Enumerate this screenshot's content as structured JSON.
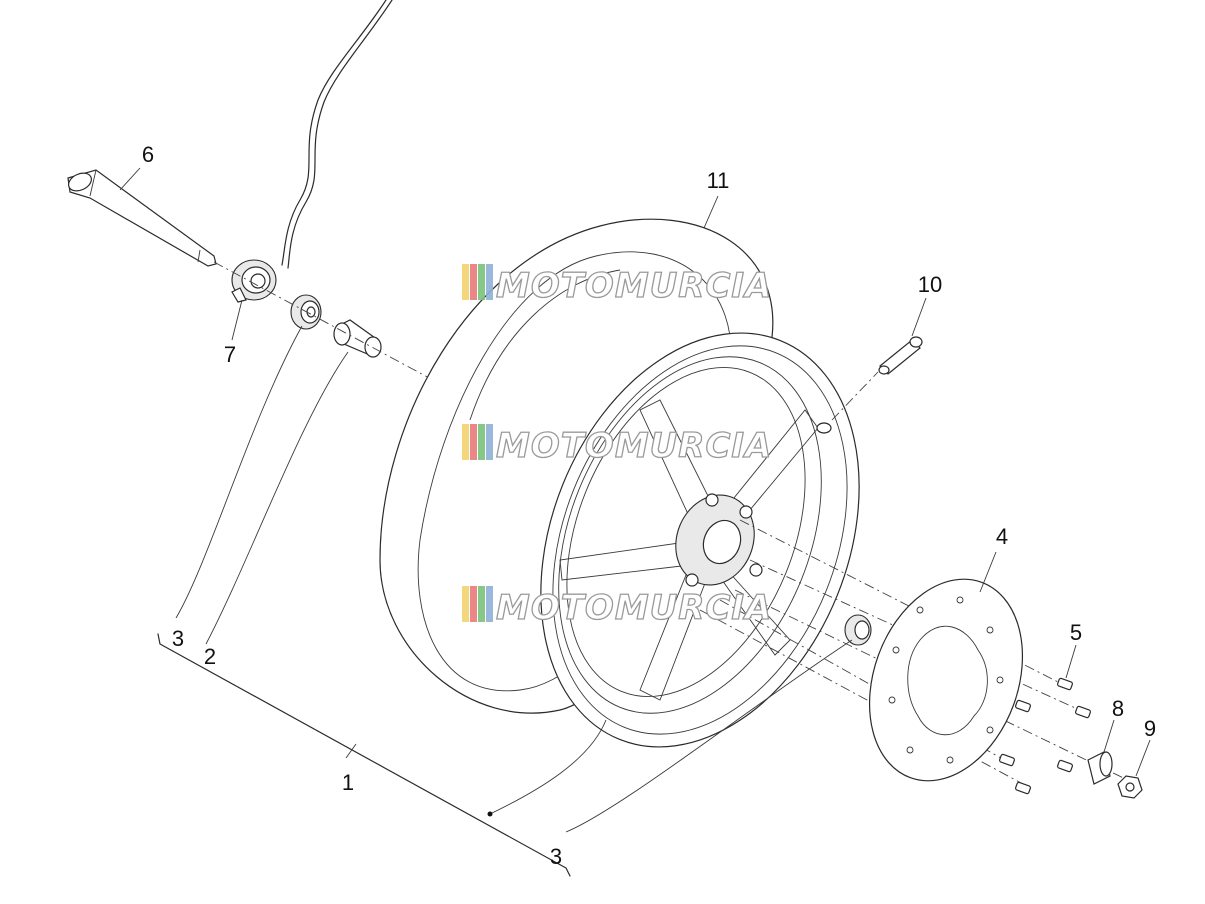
{
  "diagram": {
    "watermark": "MOTOMURCIA",
    "watermark_colors": [
      "#f3d36b",
      "#e87a7a",
      "#79c27a",
      "#8fb0d8"
    ],
    "callouts": [
      {
        "id": "c1",
        "label": "1"
      },
      {
        "id": "c2",
        "label": "2"
      },
      {
        "id": "c3a",
        "label": "3"
      },
      {
        "id": "c3b",
        "label": "3"
      },
      {
        "id": "c4",
        "label": "4"
      },
      {
        "id": "c5",
        "label": "5"
      },
      {
        "id": "c6",
        "label": "6"
      },
      {
        "id": "c7",
        "label": "7"
      },
      {
        "id": "c8",
        "label": "8"
      },
      {
        "id": "c9",
        "label": "9"
      },
      {
        "id": "c10",
        "label": "10"
      },
      {
        "id": "c11",
        "label": "11"
      }
    ]
  }
}
